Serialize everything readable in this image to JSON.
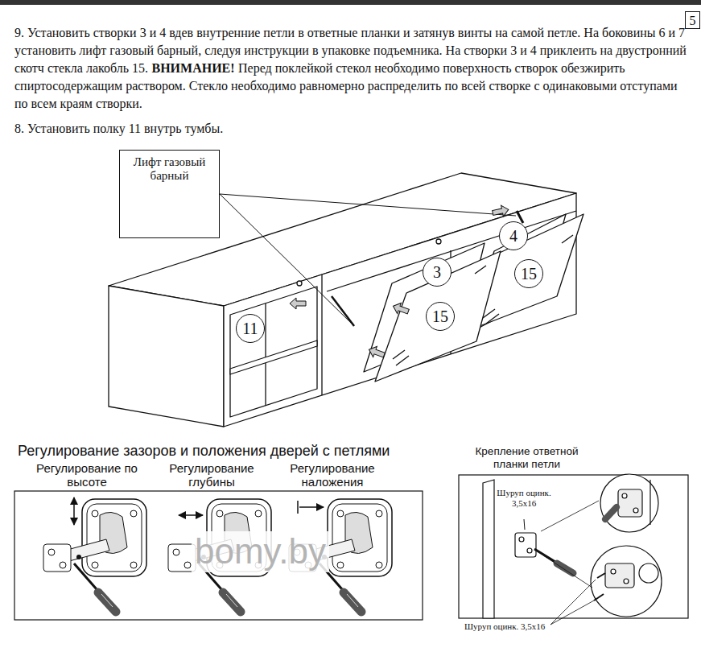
{
  "diagram": {
    "nodes": [
      {
        "text": [
          "5"
        ]
      },
      {
        "text": [
          "Лифт газовый барный"
        ]
      },
      {
        "text": [
          "4"
        ]
      },
      {
        "text": [
          "3"
        ]
      },
      {
        "text": [
          "15"
        ]
      },
      {
        "text": [
          "15"
        ]
      },
      {
        "text": [
          "11"
        ]
      }
    ],
    "labels": [
      "9. Установить створки 3 и 4 вдев внутренние петли в ответные планки и затянув винты на самой петле. На боковины 6 и 7 установить лифт газовый барный, следуя инструкции в упаковке подъемника. На створки 3 и 4 приклеить на двустронний скотч стекла лакобль 15.",
      "ВНИМАНИЕ!",
      "Перед поклейкой стекол необходимо поверхность створок обезжирить спиртосодержащим раствором. Стекло необходимо равномерно распределить по всей створке с одинаковыми отступами по всем краям створки.",
      "8. Установить полку 11 внутрь тумбы.",
      "Регулирование зазоров и положения дверей с петлями",
      "Регулирование по высоте",
      "Регулирование глубины",
      "Регулирование наложения",
      "Крепление ответной планки петли",
      "Шуруп оцинк. 3,5х16",
      "Шуруп оцинк. 3,5х16",
      "bomy.by"
    ]
  }
}
